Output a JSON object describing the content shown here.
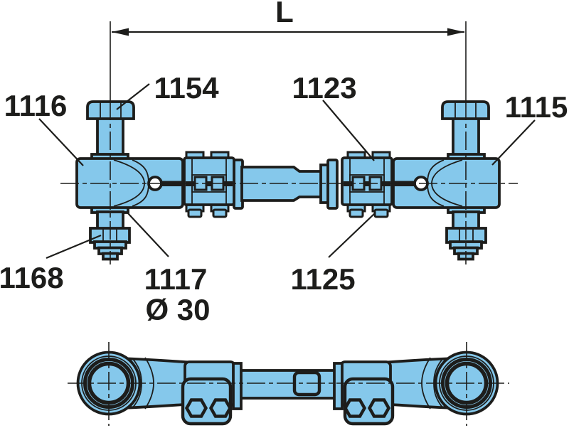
{
  "labels": {
    "length_dim": "L",
    "upper_stud": "1154",
    "clamp_upper": "1123",
    "left_joint": "1116",
    "right_joint": "1115",
    "lock_nut": "1168",
    "lower_stud": "1117",
    "lower_stud_diameter": "Ø 30",
    "clamp_lower": "1125"
  },
  "colors": {
    "part_fill": "#85c8eb",
    "line_color": "#1d1d1b",
    "background": "#ffffff"
  }
}
